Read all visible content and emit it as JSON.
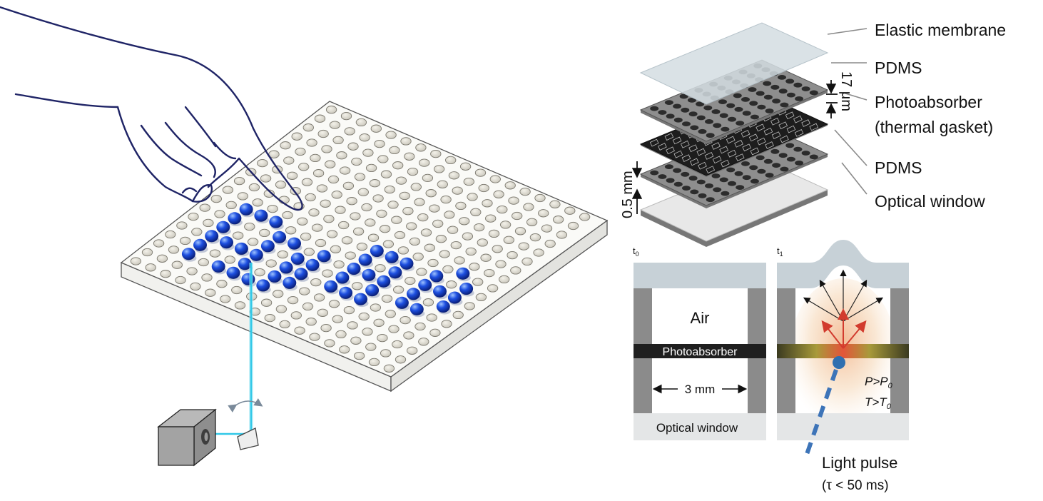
{
  "layers": {
    "membrane": "Elastic membrane",
    "pdms_top": "PDMS",
    "photoabsorber_line1": "Photoabsorber",
    "photoabsorber_line2": "(thermal gasket)",
    "pdms_bottom": "PDMS",
    "optical_window": "Optical window"
  },
  "dimensions": {
    "gap": "17 μm",
    "thickness": "0.5 mm",
    "width": "3 mm"
  },
  "cells": {
    "t0": "t",
    "t0_sub": "0",
    "t1": "t",
    "t1_sub": "1",
    "air": "Air",
    "photoabsorber": "Photoabsorber",
    "optical_window": "Optical window",
    "pressure": "P>P",
    "pressure_sub": "0",
    "temperature": "T>T",
    "temperature_sub": "0"
  },
  "pulse": {
    "label": "Light pulse",
    "duration": "(τ < 50 ms)"
  },
  "colors": {
    "dot_blue": "#1d4fe0",
    "laser": "#30c8e8",
    "hand_outline": "#1f2466",
    "layer_dark": "#3a3a3a",
    "membrane": "#b9c8d0",
    "heat": "#e0463a",
    "pulse_blue": "#3d74b8"
  }
}
